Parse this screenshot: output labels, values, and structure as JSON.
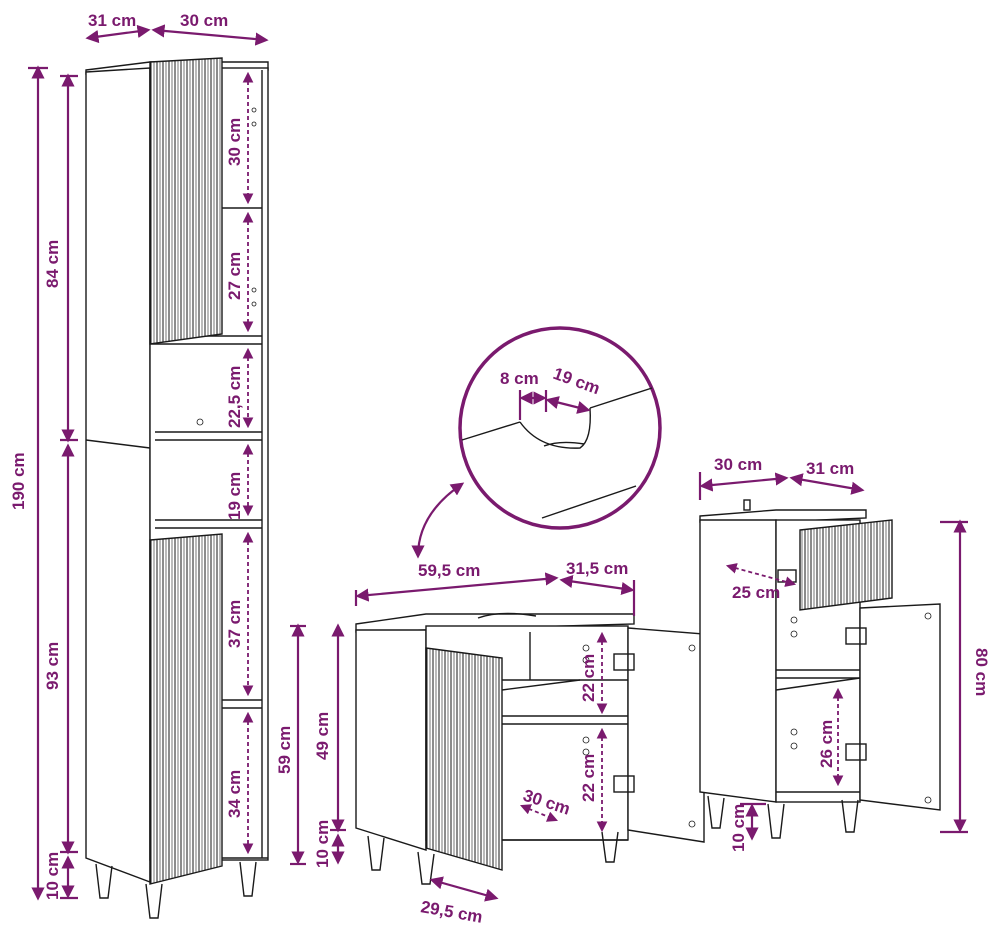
{
  "colors": {
    "dimension": "#7a1a6e",
    "line": "#1a1a1a",
    "background": "#ffffff"
  },
  "tall_cabinet": {
    "depth": "31 cm",
    "width": "30 cm",
    "total_height": "190 cm",
    "upper_section": "84 cm",
    "lower_section": "93 cm",
    "leg_height": "10 cm",
    "shelf_1": "30 cm",
    "shelf_2": "27 cm",
    "shelf_3": "22,5 cm",
    "shelf_4": "19 cm",
    "shelf_5": "37 cm",
    "shelf_6": "34 cm"
  },
  "vanity_cabinet": {
    "width": "59,5 cm",
    "depth": "31,5 cm",
    "height": "59 cm",
    "inner_height": "49 cm",
    "leg_height": "10 cm",
    "shelf_upper": "22 cm",
    "shelf_lower": "22 cm",
    "inner_depth": "30 cm",
    "door_width": "29,5 cm"
  },
  "detail": {
    "cutout_width": "8 cm",
    "cutout_depth": "19 cm"
  },
  "small_cabinet": {
    "width": "30 cm",
    "depth": "31 cm",
    "height": "80 cm",
    "drawer_depth": "25 cm",
    "shelf": "26 cm",
    "leg_height": "10 cm"
  }
}
